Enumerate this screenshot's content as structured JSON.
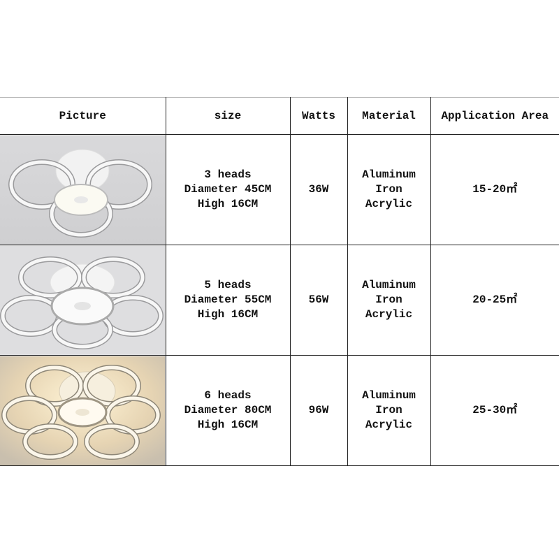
{
  "headers": {
    "picture": "Picture",
    "size": "size",
    "watts": "Watts",
    "material": "Material",
    "area": "Application Area"
  },
  "rows": [
    {
      "picture": "ceiling-lamp-3-rings",
      "size": [
        "3 heads",
        "Diameter 45CM",
        "High 16CM"
      ],
      "watts": "36W",
      "material": [
        "Aluminum",
        "Iron",
        "Acrylic"
      ],
      "area": "15-20㎡"
    },
    {
      "picture": "ceiling-lamp-5-rings",
      "size": [
        "5 heads",
        "Diameter 55CM",
        "High 16CM"
      ],
      "watts": "56W",
      "material": [
        "Aluminum",
        "Iron",
        "Acrylic"
      ],
      "area": "20-25㎡"
    },
    {
      "picture": "ceiling-lamp-6-rings-lit",
      "size": [
        "6 heads",
        "Diameter 80CM",
        "High 16CM"
      ],
      "watts": "96W",
      "material": [
        "Aluminum",
        "Iron",
        "Acrylic"
      ],
      "area": "25-30㎡"
    }
  ]
}
